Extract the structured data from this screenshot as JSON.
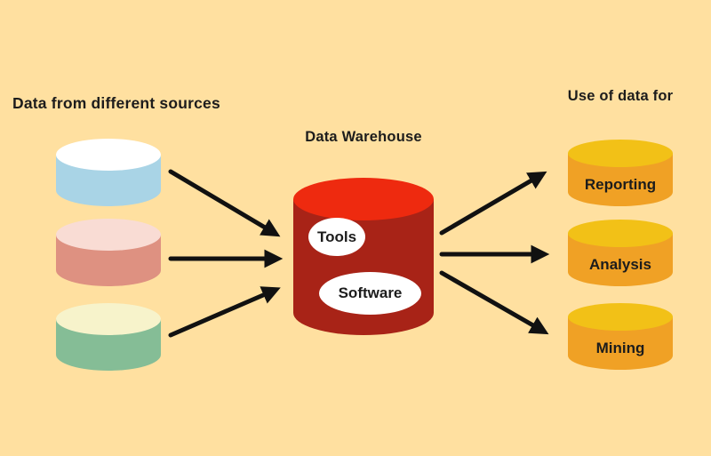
{
  "canvas": {
    "background": "#ffe0a0"
  },
  "text_color": "#1c1c1c",
  "sources": {
    "title": "Data from different sources",
    "items": [
      {
        "body_color": "#a9d4e6",
        "top_color": "#ffffff"
      },
      {
        "body_color": "#de9181",
        "top_color": "#f9dcd4"
      },
      {
        "body_color": "#85bd96",
        "top_color": "#f7f3cb"
      }
    ]
  },
  "warehouse": {
    "title": "Data Warehouse",
    "body_color": "#a82317",
    "top_color": "#ee2a0f",
    "components": [
      {
        "label": "Tools",
        "bubble_color": "#ffffff"
      },
      {
        "label": "Software",
        "bubble_color": "#ffffff"
      }
    ]
  },
  "uses": {
    "title": "Use of data for",
    "body_color": "#f0a125",
    "top_color": "#f2c117",
    "items": [
      {
        "label": "Reporting"
      },
      {
        "label": "Analysis"
      },
      {
        "label": "Mining"
      }
    ]
  },
  "arrows": {
    "color": "#111111"
  }
}
